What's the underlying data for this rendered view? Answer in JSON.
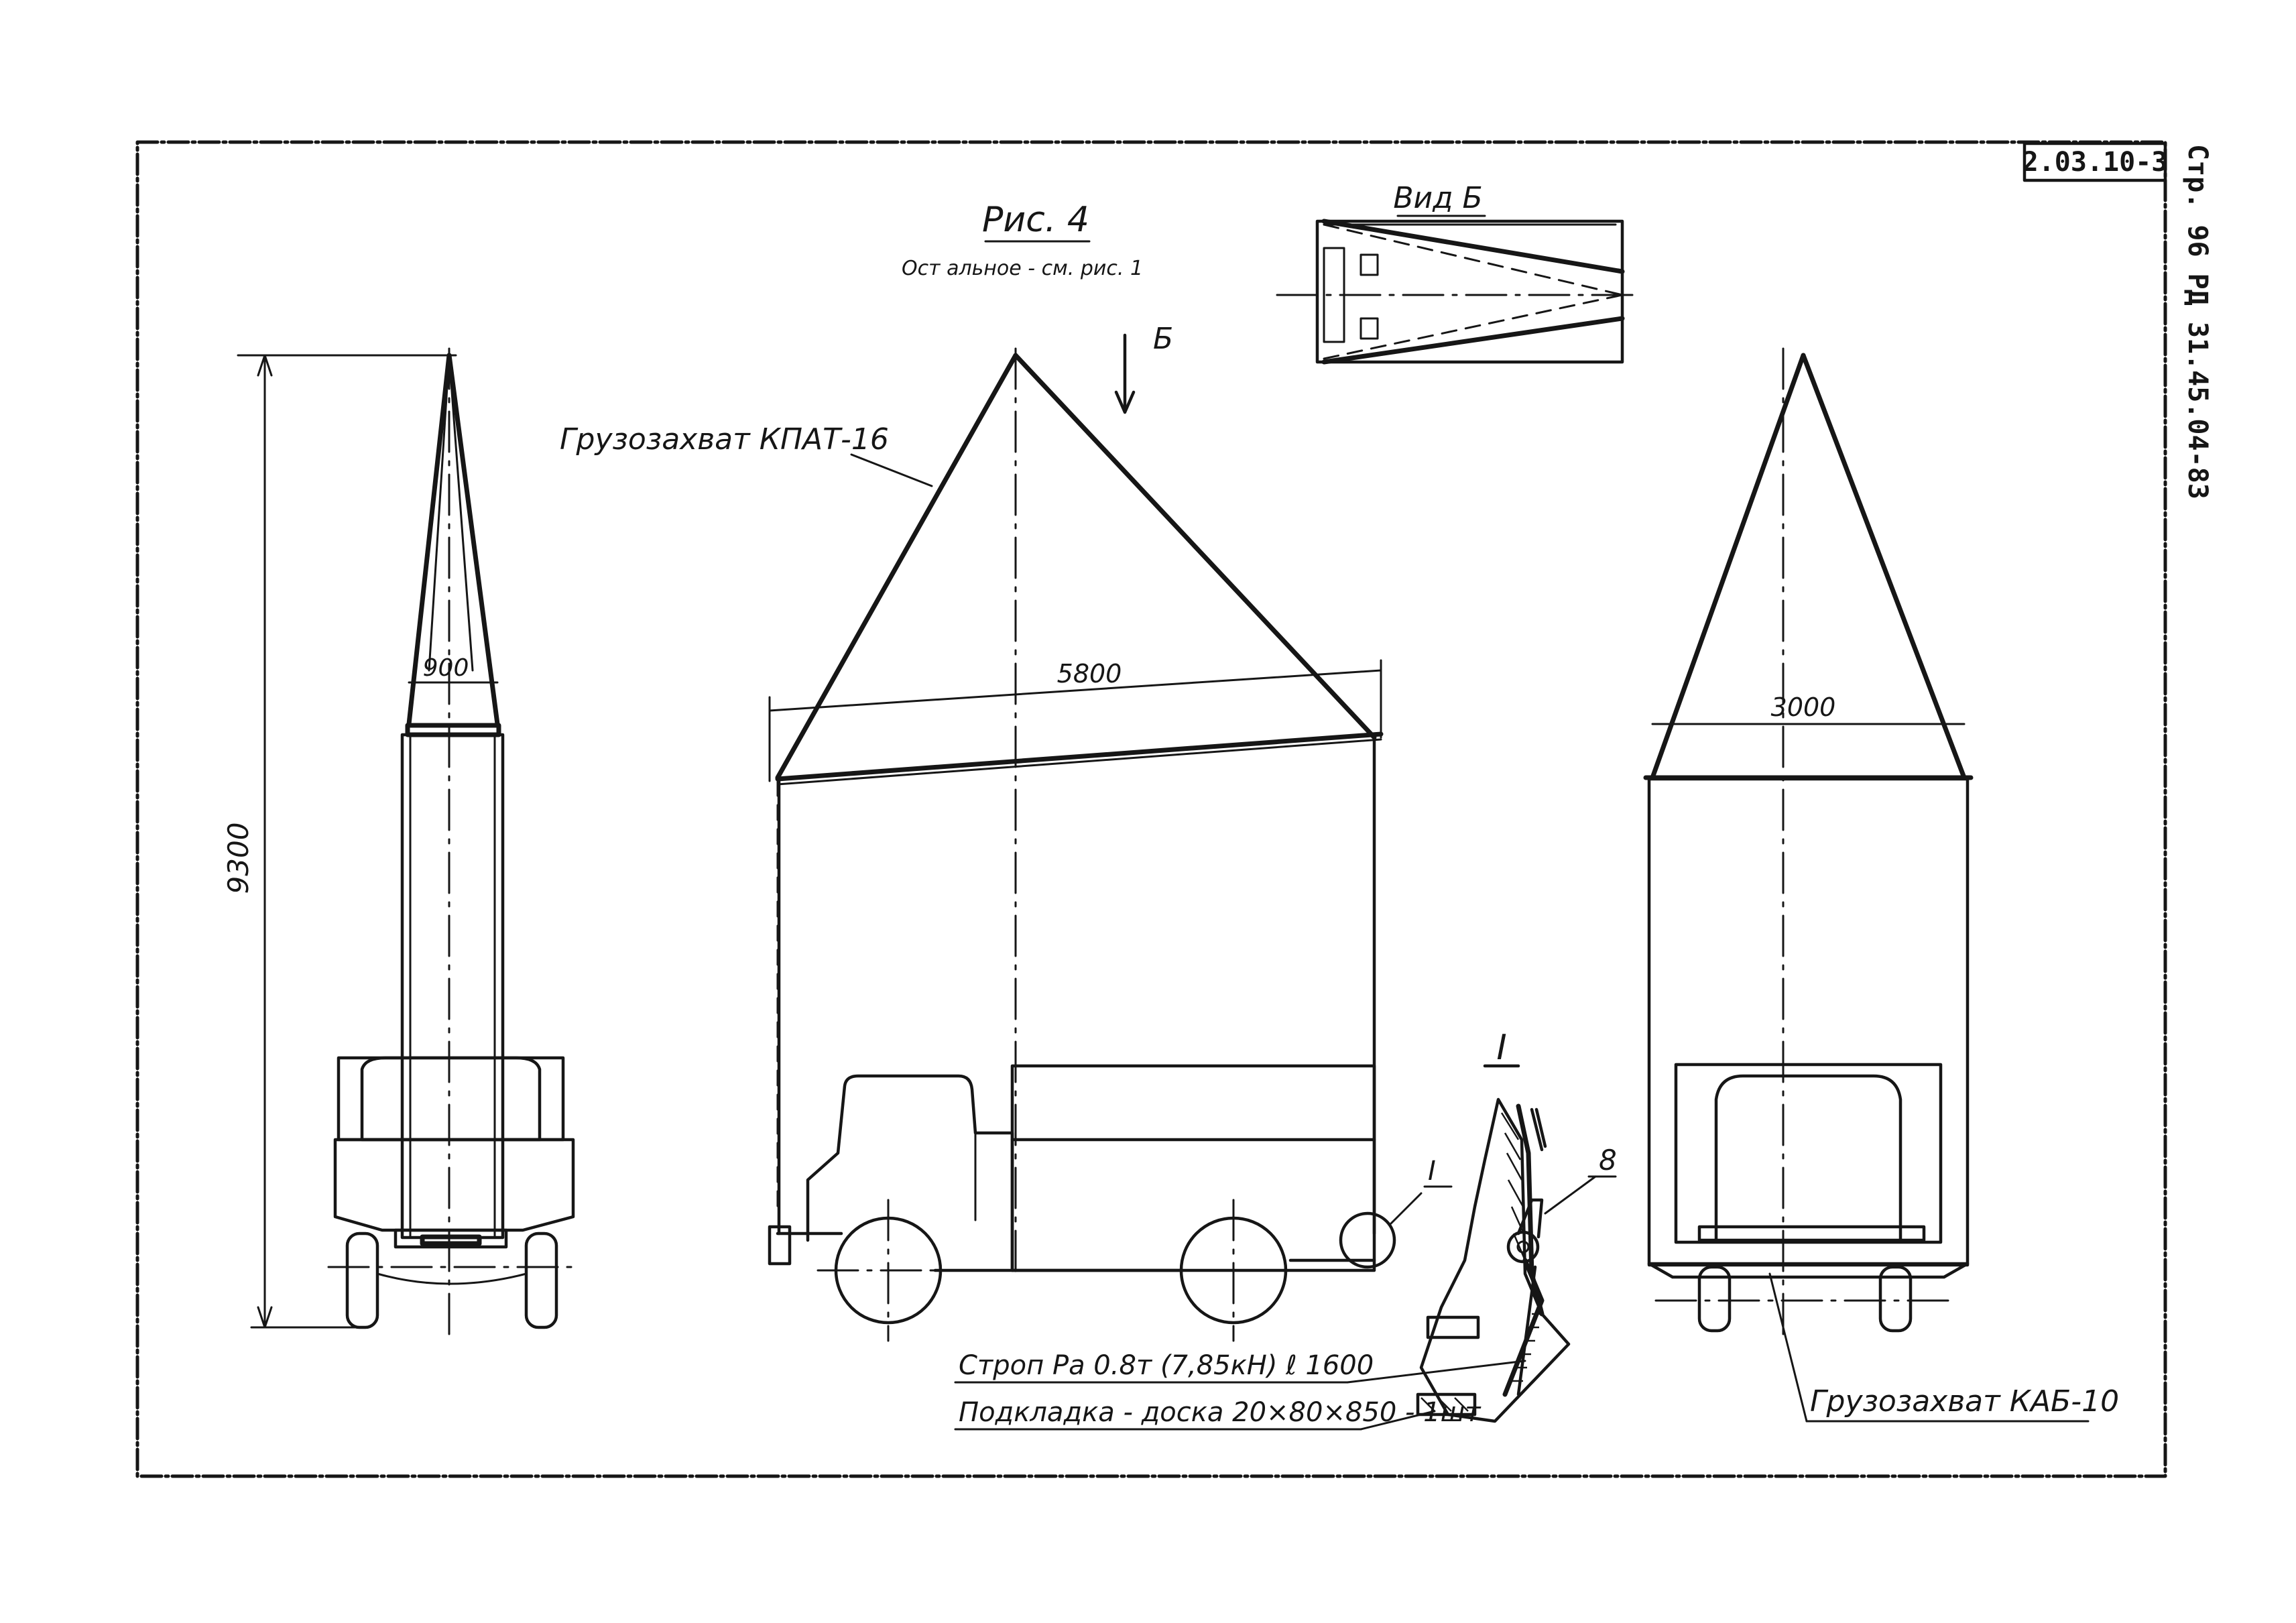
{
  "drawing": {
    "figure_title": "Рис. 4",
    "figure_note": "Ост альное - см. рис. 1",
    "view_arrow_letter": "Б",
    "view_title": "Вид Б",
    "stamp_code": "2.03.10-3",
    "side_stamp": "Стр. 96 РД 31.45.04-83",
    "dimensions": {
      "height": "9300",
      "width_narrow": "900",
      "length": "5800",
      "width_wide": "3000",
      "detail_item": "8"
    },
    "section_mark": "I",
    "callouts": {
      "gripper_top": "Грузозахват КПАТ-16",
      "sling": "Строп Ра 0.8т (7,85кН) ℓ 1600",
      "board": "Подкладка - доска 20×80×850 - 1шт",
      "gripper_bottom": "Грузозахват КАБ-10"
    }
  }
}
